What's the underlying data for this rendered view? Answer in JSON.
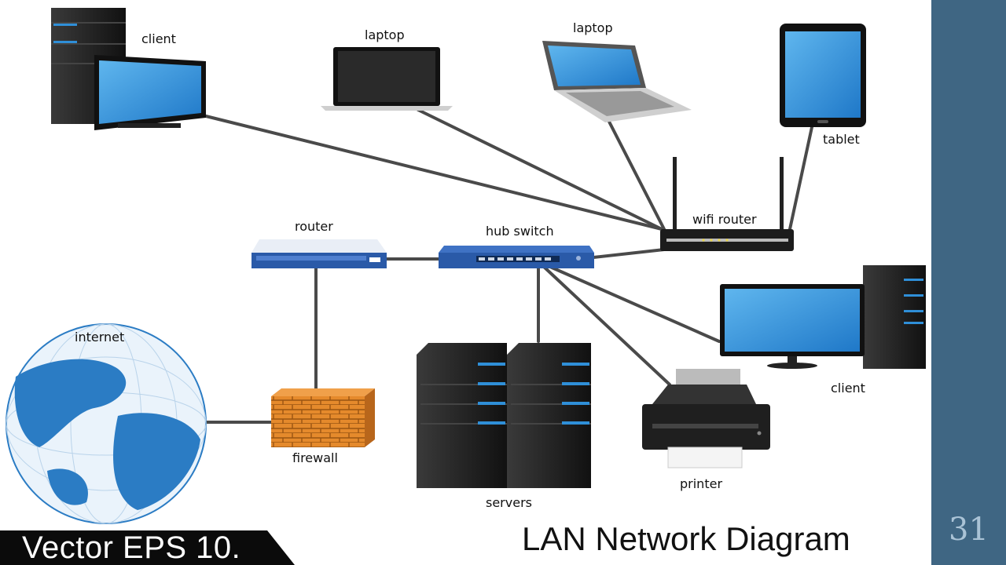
{
  "diagram": {
    "nodes": [
      {
        "id": "client_top",
        "label": "client",
        "icon": "desktop-computer-icon"
      },
      {
        "id": "laptop1",
        "label": "laptop",
        "icon": "laptop-icon"
      },
      {
        "id": "laptop2",
        "label": "laptop",
        "icon": "laptop-icon"
      },
      {
        "id": "tablet",
        "label": "tablet",
        "icon": "tablet-icon"
      },
      {
        "id": "wifi_router",
        "label": "wifi router",
        "icon": "wifi-router-icon"
      },
      {
        "id": "router",
        "label": "router",
        "icon": "router-icon"
      },
      {
        "id": "hub_switch",
        "label": "hub switch",
        "icon": "network-switch-icon"
      },
      {
        "id": "client_right",
        "label": "client",
        "icon": "desktop-computer-icon"
      },
      {
        "id": "internet",
        "label": "internet",
        "icon": "globe-icon"
      },
      {
        "id": "firewall",
        "label": "firewall",
        "icon": "brick-wall-icon"
      },
      {
        "id": "servers",
        "label": "servers",
        "icon": "server-rack-icon"
      },
      {
        "id": "printer",
        "label": "printer",
        "icon": "printer-icon"
      }
    ],
    "edges": [
      [
        "client_top",
        "wifi_router"
      ],
      [
        "laptop1",
        "wifi_router"
      ],
      [
        "laptop2",
        "wifi_router"
      ],
      [
        "tablet",
        "wifi_router"
      ],
      [
        "wifi_router",
        "hub_switch"
      ],
      [
        "router",
        "hub_switch"
      ],
      [
        "router",
        "firewall"
      ],
      [
        "firewall",
        "internet"
      ],
      [
        "hub_switch",
        "servers"
      ],
      [
        "hub_switch",
        "printer"
      ],
      [
        "hub_switch",
        "client_right"
      ]
    ]
  },
  "footer": {
    "left_text": "Vector EPS 10.",
    "right_text": "LAN Network Diagram"
  },
  "slide_number": "31",
  "colors": {
    "screen_blue": "#2f8fd8",
    "device_black": "#1a1a1a",
    "switch_blue": "#2a5aa8",
    "brick_orange": "#e58a2c",
    "globe_blue": "#2b7cc4",
    "sidebar": "#3f6683",
    "cable": "#4a4a4a"
  }
}
